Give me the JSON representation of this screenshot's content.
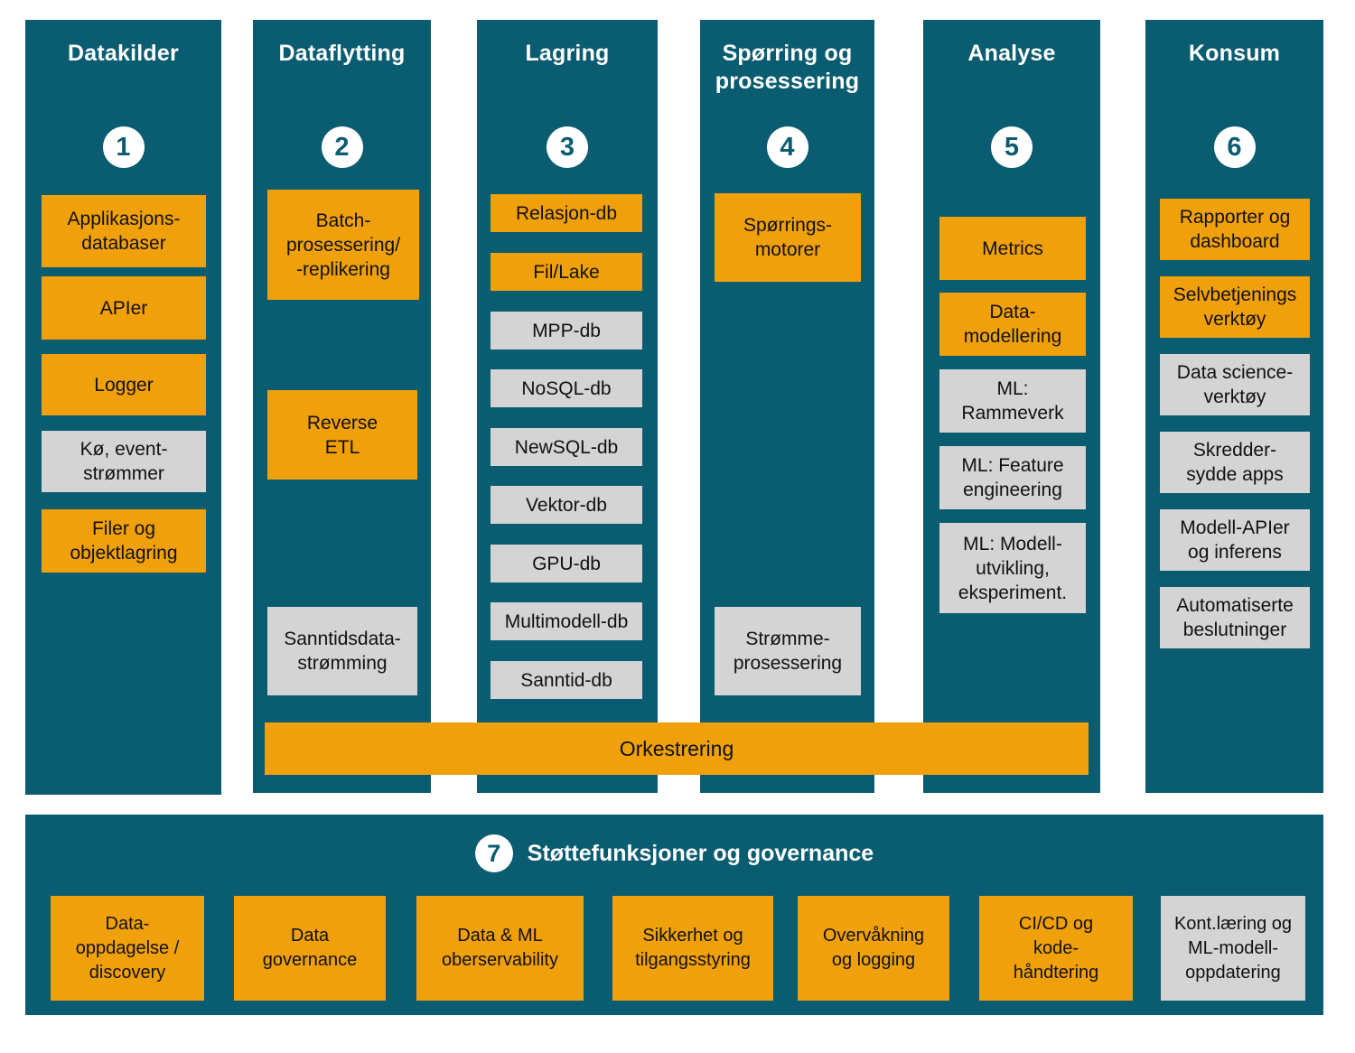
{
  "palette": {
    "teal": "#0A5C70",
    "orange": "#EFA00B",
    "grey": "#D4D4D4",
    "white": "#FFFFFF",
    "text": "#111111"
  },
  "columns": [
    {
      "number": "1",
      "title": "Datakilder",
      "items": [
        {
          "label": "Applikasjons-\ndatabaser",
          "color": "orange"
        },
        {
          "label": "APIer",
          "color": "orange"
        },
        {
          "label": "Logger",
          "color": "orange"
        },
        {
          "label": "Kø, event-\nstrømmer",
          "color": "grey"
        },
        {
          "label": "Filer og\nobjektlagring",
          "color": "orange"
        }
      ]
    },
    {
      "number": "2",
      "title": "Dataflytting",
      "items": [
        {
          "label": "Batch-\nprosessering/\n-replikering",
          "color": "orange"
        },
        {
          "label": "Reverse\nETL",
          "color": "orange"
        },
        {
          "label": "Sanntidsdata-\nstrømming",
          "color": "grey"
        }
      ]
    },
    {
      "number": "3",
      "title": "Lagring",
      "items": [
        {
          "label": "Relasjon-db",
          "color": "orange"
        },
        {
          "label": "Fil/Lake",
          "color": "orange"
        },
        {
          "label": "MPP-db",
          "color": "grey"
        },
        {
          "label": "NoSQL-db",
          "color": "grey"
        },
        {
          "label": "NewSQL-db",
          "color": "grey"
        },
        {
          "label": "Vektor-db",
          "color": "grey"
        },
        {
          "label": "GPU-db",
          "color": "grey"
        },
        {
          "label": "Multimodell-db",
          "color": "grey"
        },
        {
          "label": "Sanntid-db",
          "color": "grey"
        }
      ]
    },
    {
      "number": "4",
      "title": "Spørring og\nprosessering",
      "items": [
        {
          "label": "Spørrings-\nmotorer",
          "color": "orange"
        },
        {
          "label": "Strømme-\nprosessering",
          "color": "grey"
        }
      ]
    },
    {
      "number": "5",
      "title": "Analyse",
      "items": [
        {
          "label": "Metrics",
          "color": "orange"
        },
        {
          "label": "Data-\nmodellering",
          "color": "orange"
        },
        {
          "label": "ML:\nRammeverk",
          "color": "grey"
        },
        {
          "label": "ML: Feature\nengineering",
          "color": "grey"
        },
        {
          "label": "ML: Modell-\nutvikling,\neksperiment.",
          "color": "grey"
        }
      ]
    },
    {
      "number": "6",
      "title": "Konsum",
      "items": [
        {
          "label": "Rapporter og\ndashboard",
          "color": "orange"
        },
        {
          "label": "Selvbetjenings\nverktøy",
          "color": "orange"
        },
        {
          "label": "Data science-\nverktøy",
          "color": "grey"
        },
        {
          "label": "Skredder-\nsydde apps",
          "color": "grey"
        },
        {
          "label": "Modell-APIer\nog inferens",
          "color": "grey"
        },
        {
          "label": "Automatiserte\nbeslutninger",
          "color": "grey"
        }
      ]
    }
  ],
  "orchestration": {
    "label": "Orkestrering"
  },
  "support": {
    "number": "7",
    "title": "Støttefunksjoner og governance",
    "items": [
      {
        "label": "Data-\noppdagelse /\ndiscovery",
        "color": "orange"
      },
      {
        "label": "Data\ngovernance",
        "color": "orange"
      },
      {
        "label": "Data & ML\noberservability",
        "color": "orange"
      },
      {
        "label": "Sikkerhet og\ntilgangsstyring",
        "color": "orange"
      },
      {
        "label": "Overvåkning\nog logging",
        "color": "orange"
      },
      {
        "label": "CI/CD og\nkode-\nhåndtering",
        "color": "orange"
      },
      {
        "label": "Kont.læring og\nML-modell-\noppdatering",
        "color": "grey"
      }
    ]
  }
}
